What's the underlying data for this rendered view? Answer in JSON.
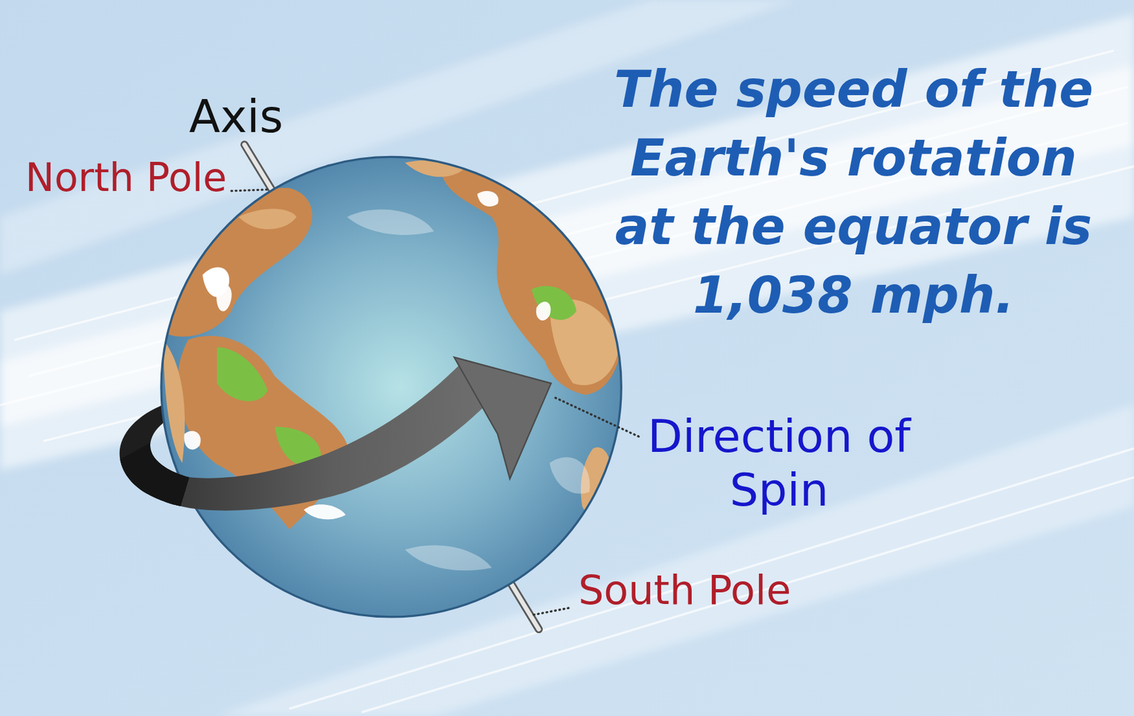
{
  "diagram": {
    "title": "The speed of the Earth's rotation at the equator is 1,038 mph.",
    "labels": [
      "Axis",
      "North Pole",
      "Direction of Spin",
      "South Pole"
    ]
  }
}
